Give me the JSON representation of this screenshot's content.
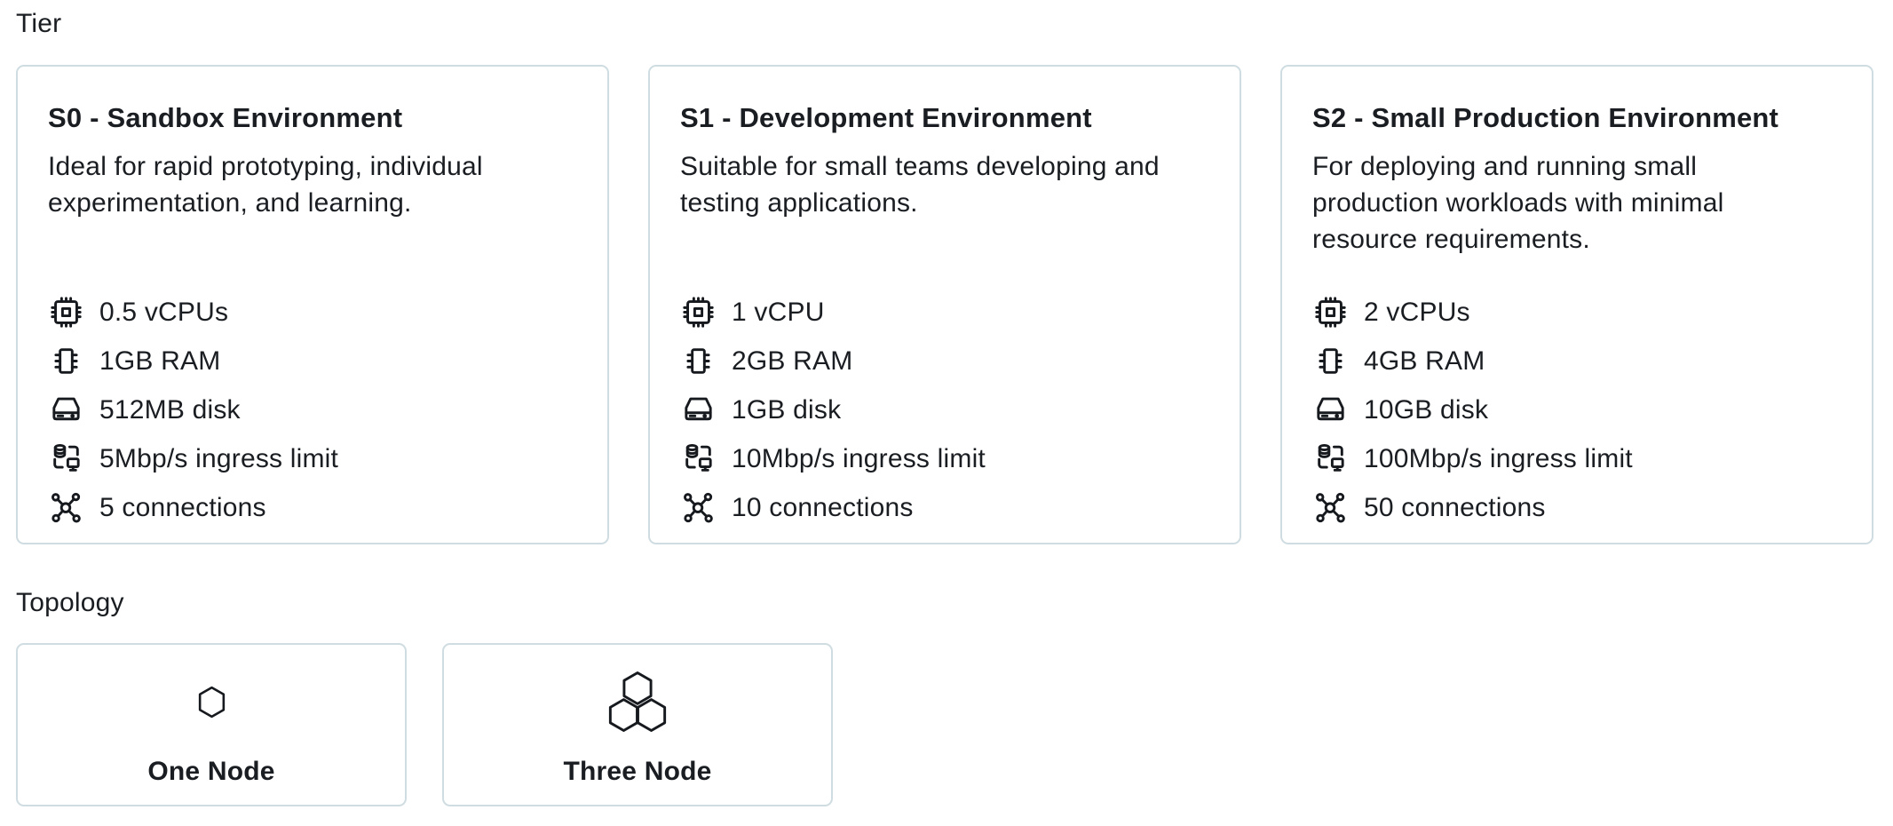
{
  "page": {
    "background_color": "#ffffff",
    "text_color": "#1a1d21",
    "card_border_color": "#cfdce1"
  },
  "tier_section": {
    "label": "Tier",
    "cards": [
      {
        "id": "S0",
        "title": "S0 - Sandbox Environment",
        "description": "Ideal for rapid prototyping, individual experimentation, and learning.",
        "specs": [
          {
            "icon": "cpu-icon",
            "label": "0.5 vCPUs"
          },
          {
            "icon": "ram-icon",
            "label": "1GB RAM"
          },
          {
            "icon": "disk-icon",
            "label": "512MB disk"
          },
          {
            "icon": "ingress-icon",
            "label": "5Mbp/s ingress limit"
          },
          {
            "icon": "connections-icon",
            "label": "5 connections"
          }
        ]
      },
      {
        "id": "S1",
        "title": "S1 - Development Environment",
        "description": "Suitable for small teams developing and testing applications.",
        "specs": [
          {
            "icon": "cpu-icon",
            "label": "1 vCPU"
          },
          {
            "icon": "ram-icon",
            "label": "2GB RAM"
          },
          {
            "icon": "disk-icon",
            "label": "1GB disk"
          },
          {
            "icon": "ingress-icon",
            "label": "10Mbp/s ingress limit"
          },
          {
            "icon": "connections-icon",
            "label": "10 connections"
          }
        ]
      },
      {
        "id": "S2",
        "title": "S2 - Small Production Environment",
        "description": "For deploying and running small production workloads with minimal resource requirements.",
        "specs": [
          {
            "icon": "cpu-icon",
            "label": "2 vCPUs"
          },
          {
            "icon": "ram-icon",
            "label": "4GB RAM"
          },
          {
            "icon": "disk-icon",
            "label": "10GB disk"
          },
          {
            "icon": "ingress-icon",
            "label": "100Mbp/s ingress limit"
          },
          {
            "icon": "connections-icon",
            "label": "50 connections"
          }
        ]
      }
    ]
  },
  "topology_section": {
    "label": "Topology",
    "options": [
      {
        "icon": "one-node-icon",
        "label": "One Node"
      },
      {
        "icon": "three-node-icon",
        "label": "Three Node"
      }
    ]
  }
}
